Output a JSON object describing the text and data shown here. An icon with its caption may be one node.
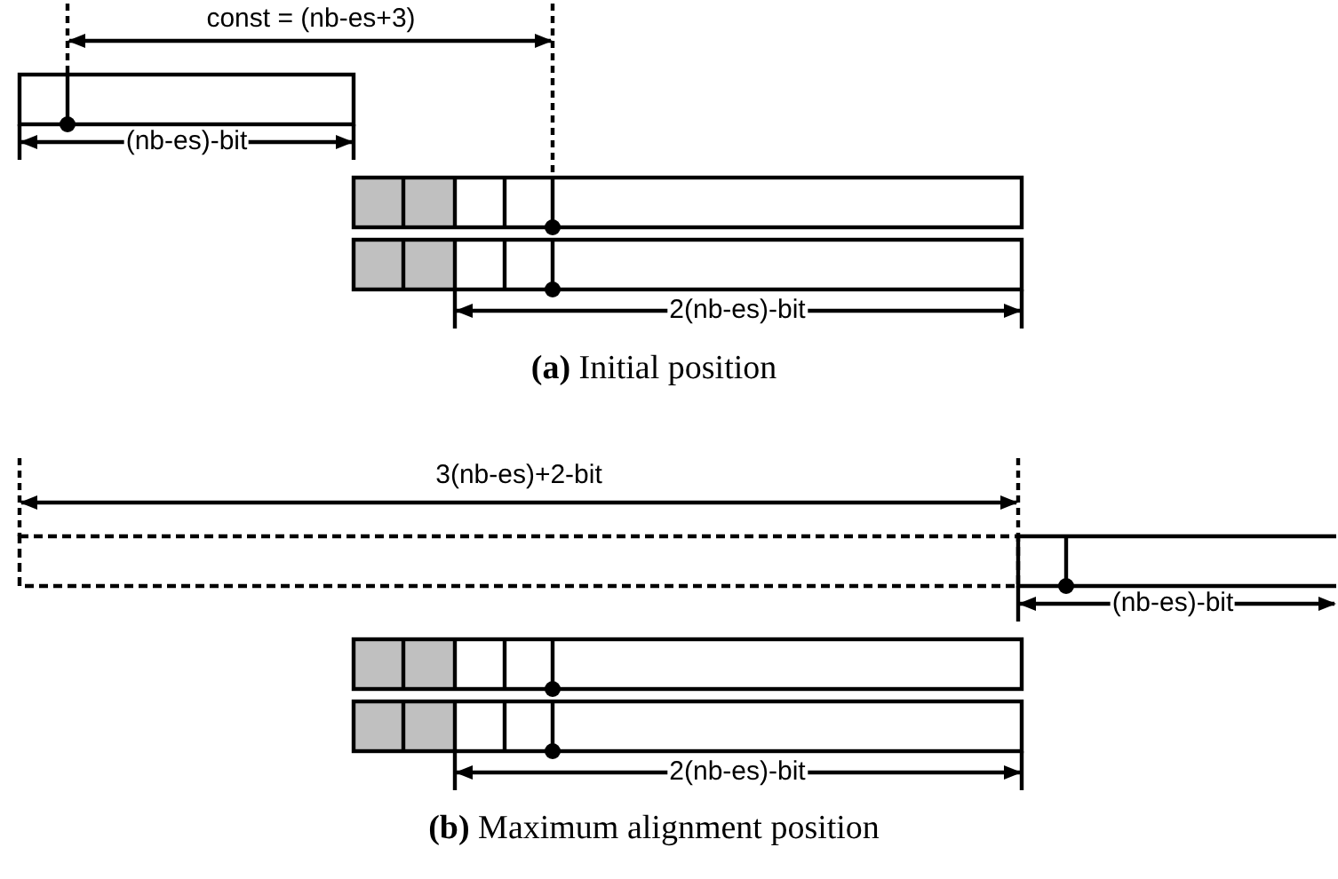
{
  "diagram": {
    "labels": [
      "const = (nb-es+3)",
      "(nb-es)-bit",
      "2(nb-es)-bit",
      "**(a)** Initial position",
      "3(nb-es)+2-bit",
      "(nb-es)-bit",
      "2(nb-es)-bit",
      "**(b)** Maximum alignment position"
    ]
  }
}
